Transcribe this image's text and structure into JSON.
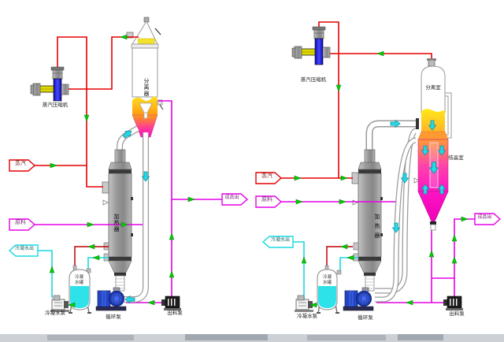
{
  "left": {
    "equipment": {
      "compressor": "蒸汽压缩机",
      "separator": "分离器",
      "heater": "加热器",
      "condensate_tank": "冷凝水罐",
      "condensate_pump": "冷凝水泵",
      "circulation_pump": "循环泵",
      "discharge_pump": "出料泵"
    },
    "streams": {
      "steam_in": "蒸汽",
      "feed_in": "原料",
      "condensate_out": "冷凝水出",
      "product_out": "成品出"
    }
  },
  "right": {
    "equipment": {
      "compressor": "蒸汽压缩机",
      "separation_chamber": "分离室",
      "crystallization_chamber": "结晶室",
      "heater": "加热器",
      "condensate_tank": "冷凝水罐",
      "condensate_pump": "冷凝水泵",
      "circulation_pump": "循环泵",
      "discharge_pump": "出料泵"
    },
    "streams": {
      "steam_in": "蒸汽",
      "feed_in": "原料",
      "condensate_out": "冷凝水出",
      "product_out": "成品出"
    }
  },
  "colors": {
    "steam_line": "#e60000",
    "product_line": "#e600e6",
    "condensate_line": "#18d8e0",
    "flow_arrow": "#00cc00",
    "pump_blue": "#2244cc",
    "crystallizer_pink": "#ff14c4",
    "liquid_yellow": "#ffd700"
  }
}
